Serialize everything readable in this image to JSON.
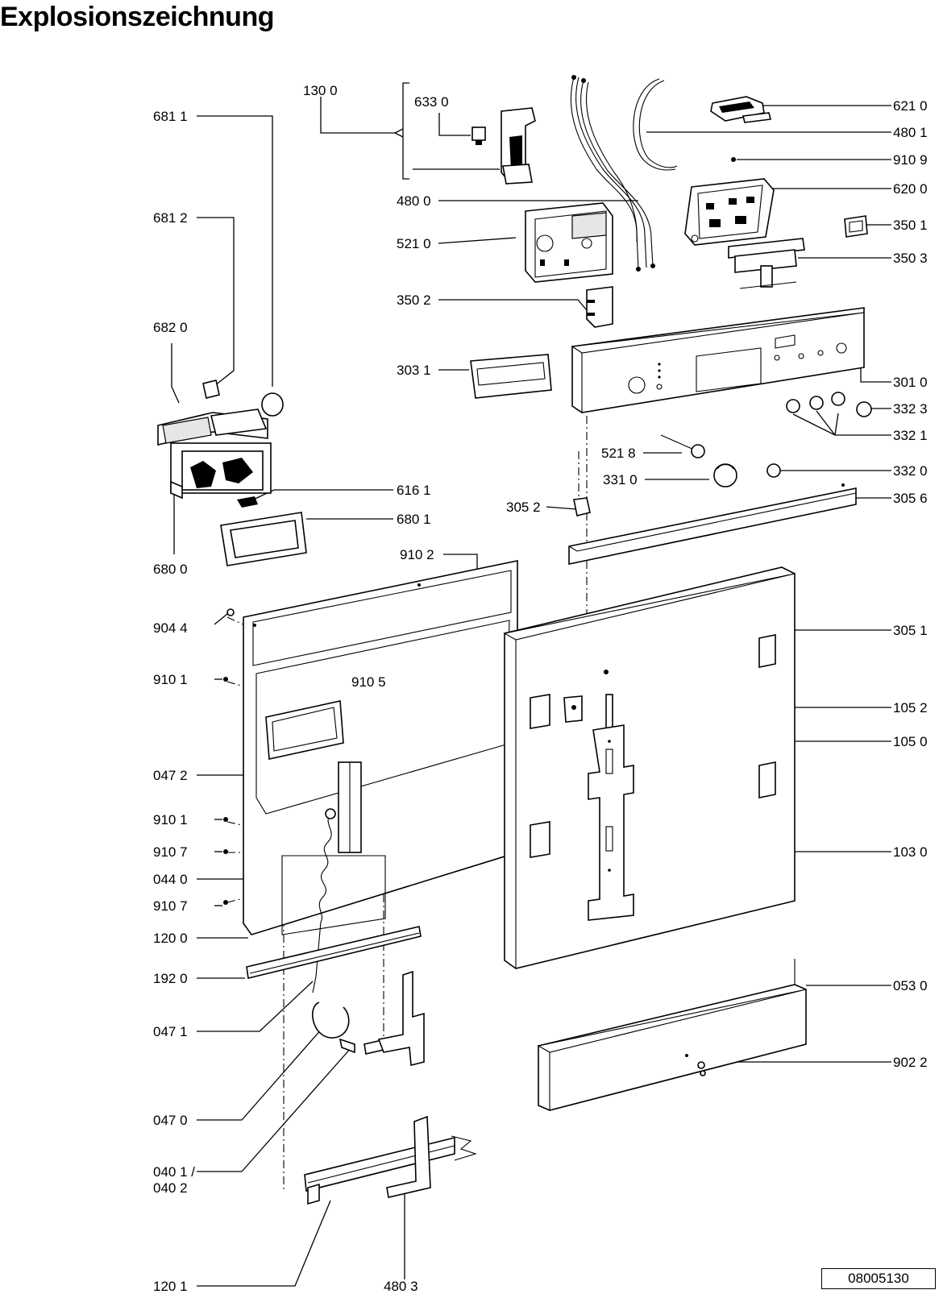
{
  "title": "Explosionszeichnung",
  "document_number": "08005130",
  "callouts": [
    {
      "id": "681-1",
      "text": "681 1"
    },
    {
      "id": "681-2",
      "text": "681 2"
    },
    {
      "id": "682-0",
      "text": "682 0"
    },
    {
      "id": "680-0",
      "text": "680 0"
    },
    {
      "id": "616-1",
      "text": "616 1"
    },
    {
      "id": "680-1",
      "text": "680 1"
    },
    {
      "id": "130-0",
      "text": "130 0"
    },
    {
      "id": "633-0",
      "text": "633 0"
    },
    {
      "id": "480-0",
      "text": "480 0"
    },
    {
      "id": "521-0",
      "text": "521 0"
    },
    {
      "id": "350-2",
      "text": "350 2"
    },
    {
      "id": "303-1",
      "text": "303 1"
    },
    {
      "id": "621-0",
      "text": "621 0"
    },
    {
      "id": "480-1",
      "text": "480 1"
    },
    {
      "id": "910-9",
      "text": "910 9"
    },
    {
      "id": "620-0",
      "text": "620 0"
    },
    {
      "id": "350-1",
      "text": "350 1"
    },
    {
      "id": "350-3",
      "text": "350 3"
    },
    {
      "id": "301-0",
      "text": "301 0"
    },
    {
      "id": "332-3",
      "text": "332 3"
    },
    {
      "id": "332-1",
      "text": "332 1"
    },
    {
      "id": "521-8",
      "text": "521 8"
    },
    {
      "id": "331-0",
      "text": "331 0"
    },
    {
      "id": "332-0",
      "text": "332 0"
    },
    {
      "id": "305-2",
      "text": "305 2"
    },
    {
      "id": "305-6",
      "text": "305 6"
    },
    {
      "id": "910-2",
      "text": "910 2"
    },
    {
      "id": "904-4",
      "text": "904 4"
    },
    {
      "id": "910-1a",
      "text": "910 1"
    },
    {
      "id": "910-5",
      "text": "910 5"
    },
    {
      "id": "305-1",
      "text": "305 1"
    },
    {
      "id": "105-2",
      "text": "105 2"
    },
    {
      "id": "105-0",
      "text": "105 0"
    },
    {
      "id": "047-2",
      "text": "047 2"
    },
    {
      "id": "910-1b",
      "text": "910 1"
    },
    {
      "id": "910-7a",
      "text": "910 7"
    },
    {
      "id": "044-0",
      "text": "044 0"
    },
    {
      "id": "910-7b",
      "text": "910 7"
    },
    {
      "id": "103-0",
      "text": "103 0"
    },
    {
      "id": "120-0",
      "text": "120 0"
    },
    {
      "id": "192-0",
      "text": "192 0"
    },
    {
      "id": "053-0",
      "text": "053 0"
    },
    {
      "id": "047-1",
      "text": "047 1"
    },
    {
      "id": "902-2",
      "text": "902 2"
    },
    {
      "id": "047-0",
      "text": "047 0"
    },
    {
      "id": "040-1",
      "text": "040 1 /"
    },
    {
      "id": "040-2",
      "text": "040 2"
    },
    {
      "id": "120-1",
      "text": "120 1"
    },
    {
      "id": "480-3",
      "text": "480 3"
    }
  ]
}
